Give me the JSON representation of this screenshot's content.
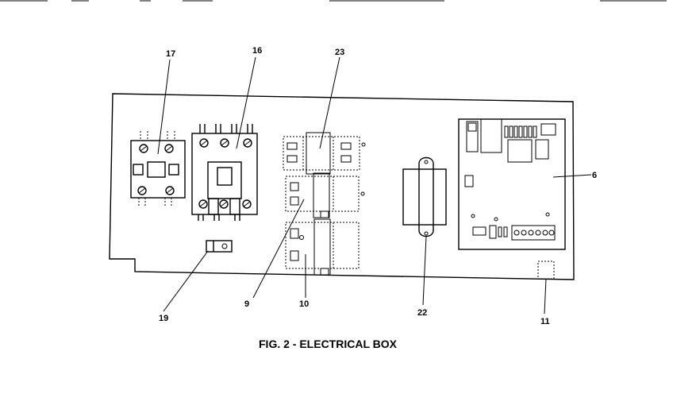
{
  "figure": {
    "caption": "FIG. 2 - ELECTRICAL BOX"
  },
  "callouts": {
    "c6": "6",
    "c9": "9",
    "c10": "10",
    "c11": "11",
    "c16": "16",
    "c17": "17",
    "c19": "19",
    "c22": "22",
    "c23": "23"
  }
}
